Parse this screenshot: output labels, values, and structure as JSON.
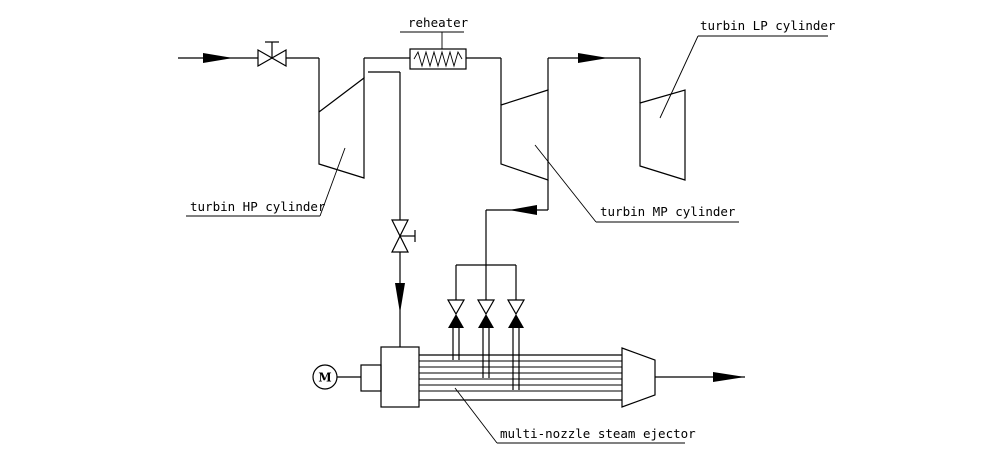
{
  "labels": {
    "reheater": "reheater",
    "lp_cylinder": "turbin LP cylinder",
    "hp_cylinder": "turbin HP cylinder",
    "mp_cylinder": "turbin MP cylinder",
    "ejector": "multi-nozzle steam ejector",
    "motor": "M"
  }
}
